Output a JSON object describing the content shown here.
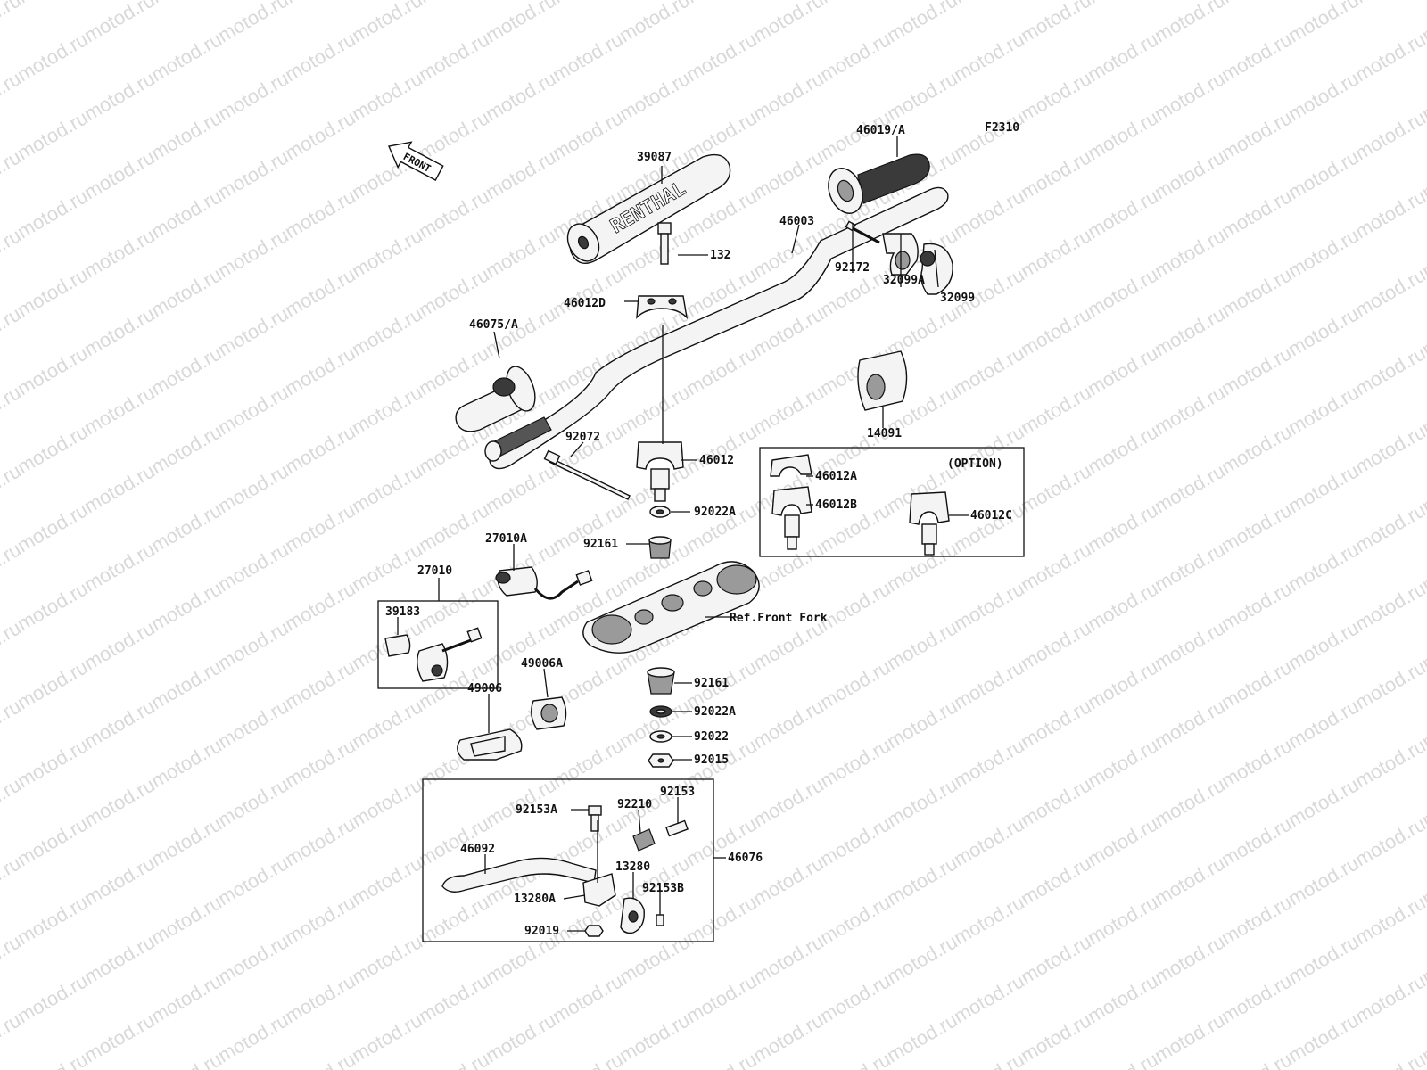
{
  "figure_code": "F2310",
  "front_arrow": "FRONT",
  "watermark": "motod.ru",
  "grip_text": "RENTHAL",
  "labels": {
    "l39087": "39087",
    "l46019A": "46019/A",
    "l46003": "46003",
    "l132": "132",
    "l46012D": "46012D",
    "l46075A": "46075/A",
    "l92172": "92172",
    "l32099A": "32099A",
    "l32099": "32099",
    "l14091": "14091",
    "l92072": "92072",
    "l46012": "46012",
    "l92022A_top": "92022A",
    "l46012A": "46012A",
    "l46012B": "46012B",
    "l46012C": "46012C",
    "option": "(OPTION)",
    "l27010A": "27010A",
    "l92161_top": "92161",
    "l27010": "27010",
    "l39183": "39183",
    "ref_front_fork": "Ref.Front Fork",
    "l49006A": "49006A",
    "l49006": "49006",
    "l92161_bot": "92161",
    "l92022A_bot": "92022A",
    "l92022": "92022",
    "l92015": "92015",
    "l92153": "92153",
    "l92153A": "92153A",
    "l92210": "92210",
    "l46092": "46092",
    "l46076": "46076",
    "l13280": "13280",
    "l92153B": "92153B",
    "l13280A": "13280A",
    "l92019": "92019"
  },
  "colors": {
    "line": "#111111",
    "watermark": "#d9d9d9",
    "part_fill": "#f4f4f4"
  }
}
